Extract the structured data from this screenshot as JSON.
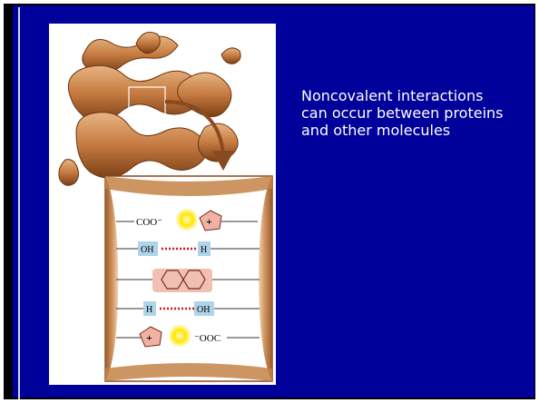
{
  "slide": {
    "caption": "Noncovalent interactions\ncan occur between proteins\nand other molecules"
  },
  "figure": {
    "rows": [
      {
        "left": "COO⁻",
        "right": "+",
        "kind": "ionic-left"
      },
      {
        "left": "OH",
        "right": "H",
        "kind": "hbond"
      },
      {
        "left": "",
        "right": "",
        "kind": "aromatic"
      },
      {
        "left": "H",
        "right": "OH",
        "kind": "hbond"
      },
      {
        "left": "+",
        "right": "⁻OOC",
        "kind": "ionic-right"
      }
    ]
  },
  "colors": {
    "background": "#00009a",
    "protein": "#c8804a",
    "protein_dark": "#8a4a1f",
    "label_box": "#aed4ea",
    "hbond_dots": "#d01818",
    "glow": "#ffe600",
    "arrow": "#8a4a1f"
  }
}
